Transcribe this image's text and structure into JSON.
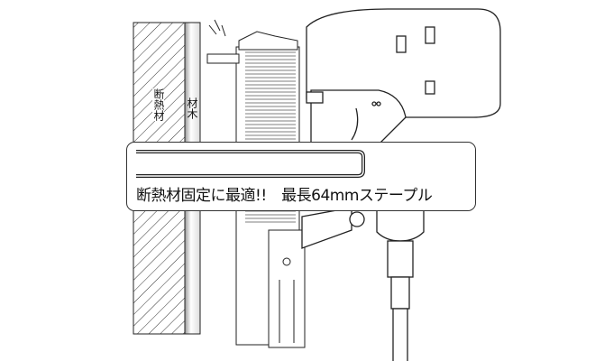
{
  "labels": {
    "insulation": "断熱材",
    "lumber": "材木"
  },
  "caption": "断熱材固定に最適!!　最長64mmステープル",
  "colors": {
    "line": "#222222",
    "background": "#ffffff"
  }
}
